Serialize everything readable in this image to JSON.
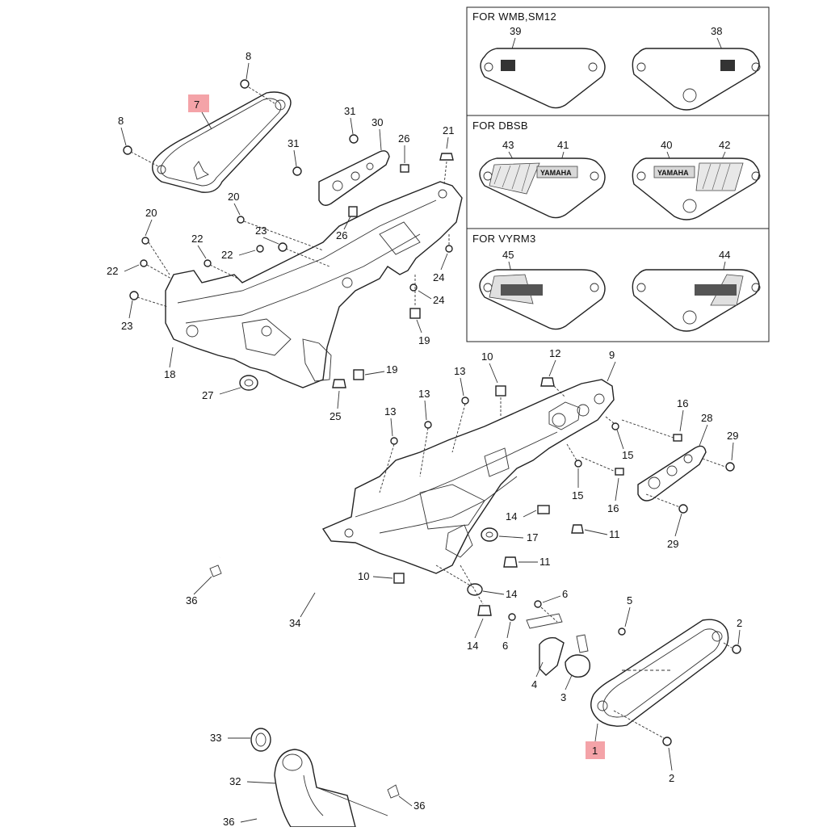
{
  "colors": {
    "highlight": "#f4a3a8",
    "line": "#222222"
  },
  "inset": {
    "panels": [
      {
        "header": "FOR WMB,SM12",
        "callouts": [
          "39",
          "38"
        ]
      },
      {
        "header": "FOR DBSB",
        "callouts": [
          "43",
          "41",
          "40",
          "42"
        ],
        "decal_text": [
          "YAMAHA",
          "YAMAHA"
        ]
      },
      {
        "header": "FOR VYRM3",
        "callouts": [
          "45",
          "44"
        ]
      }
    ]
  },
  "labels": {
    "p1": "1",
    "p2a": "2",
    "p2b": "2",
    "p3": "3",
    "p4": "4",
    "p5": "5",
    "p6a": "6",
    "p6b": "6",
    "p7": "7",
    "p8a": "8",
    "p8b": "8",
    "p9": "9",
    "p10a": "10",
    "p10b": "10",
    "p11a": "11",
    "p11b": "11",
    "p12": "12",
    "p13a": "13",
    "p13b": "13",
    "p13c": "13",
    "p14a": "14",
    "p14b": "14",
    "p14c": "14",
    "p15a": "15",
    "p15b": "15",
    "p16a": "16",
    "p16b": "16",
    "p17": "17",
    "p18": "18",
    "p19a": "19",
    "p19b": "19",
    "p20a": "20",
    "p20b": "20",
    "p21": "21",
    "p22a": "22",
    "p22b": "22",
    "p22c": "22",
    "p23a": "23",
    "p23b": "23",
    "p24a": "24",
    "p24b": "24",
    "p25": "25",
    "p26a": "26",
    "p26b": "26",
    "p27": "27",
    "p28": "28",
    "p29a": "29",
    "p29b": "29",
    "p30": "30",
    "p31a": "31",
    "p31b": "31",
    "p32": "32",
    "p33": "33",
    "p34": "34",
    "p36a": "36",
    "p36b": "36",
    "p36c": "36"
  }
}
